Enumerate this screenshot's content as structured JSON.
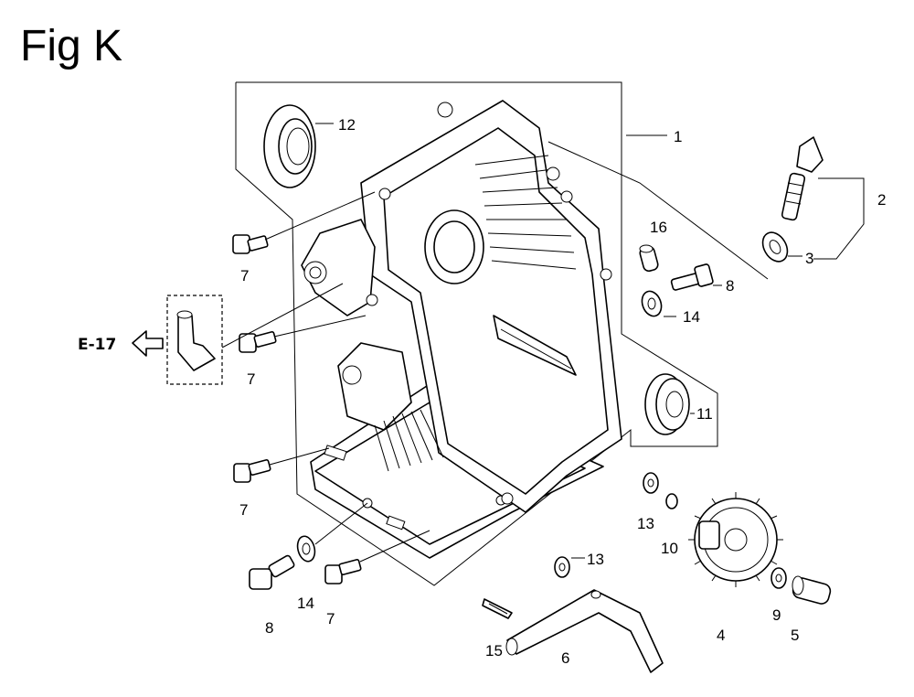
{
  "figure": {
    "title": "Fig K",
    "reference_label": "E-17"
  },
  "callouts": {
    "c1": "1",
    "c2": "2",
    "c3": "3",
    "c4": "4",
    "c5": "5",
    "c6": "6",
    "c7a": "7",
    "c7b": "7",
    "c7c": "7",
    "c7d": "7",
    "c8a": "8",
    "c8b": "8",
    "c9": "9",
    "c10": "10",
    "c11": "11",
    "c12": "12",
    "c13a": "13",
    "c13b": "13",
    "c14a": "14",
    "c14b": "14",
    "c15": "15",
    "c16": "16"
  }
}
